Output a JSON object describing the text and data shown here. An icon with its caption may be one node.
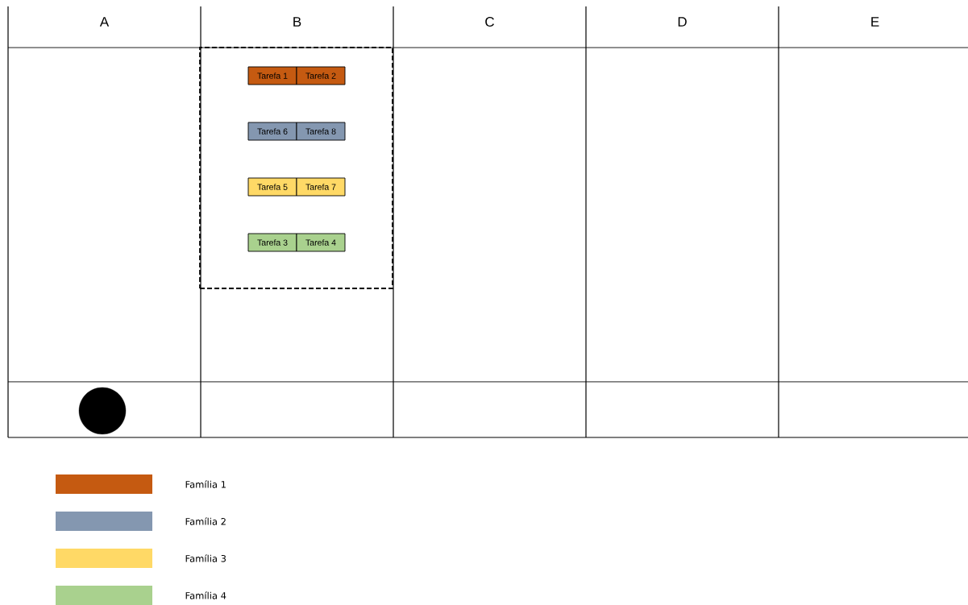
{
  "diagram": {
    "nodes": [
      {
        "text": [],
        "shape": "box"
      },
      {
        "text": [
          "Tarefa 1"
        ],
        "in": 0
      },
      {
        "text": [
          "Tarefa 2"
        ],
        "in": 0
      },
      {
        "text": [
          "Tarefa 6"
        ],
        "in": 0
      },
      {
        "text": [
          "Tarefa 8"
        ],
        "in": 0
      },
      {
        "text": [
          "Tarefa 5"
        ],
        "in": 0
      },
      {
        "text": [
          "Tarefa 7"
        ],
        "in": 0
      },
      {
        "text": [
          "Tarefa 3"
        ],
        "in": 0
      },
      {
        "text": [
          "Tarefa 4"
        ],
        "in": 0
      },
      {
        "text": [],
        "shape": "circle"
      }
    ],
    "labels": [
      "A",
      "B",
      "C",
      "D",
      "E"
    ],
    "legend": [
      {
        "text": "Família 1",
        "color": "#c55a11"
      },
      {
        "text": "Família 2",
        "color": "#8497b0"
      },
      {
        "text": "Família 3",
        "color": "#ffd966"
      },
      {
        "text": "Família 4",
        "color": "#a9d18e"
      }
    ]
  }
}
